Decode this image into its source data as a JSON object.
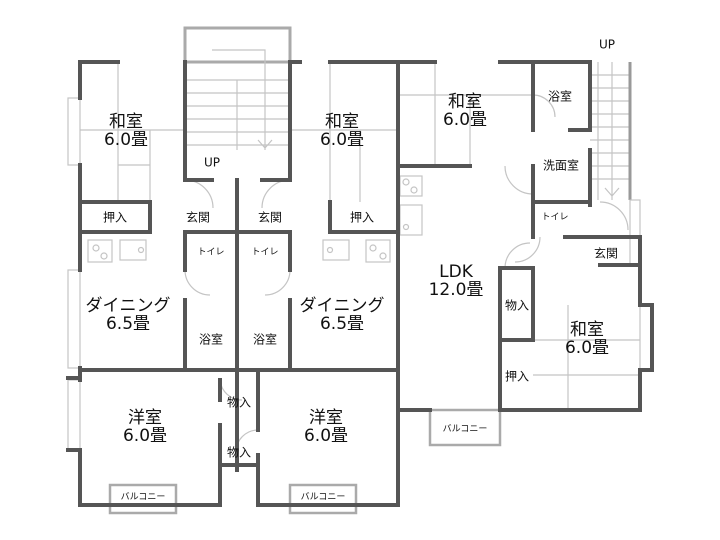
{
  "rooms": {
    "washitsu_left": {
      "name": "和室",
      "size": "6.0畳"
    },
    "washitsu_mid": {
      "name": "和室",
      "size": "6.0畳"
    },
    "washitsu_topright": {
      "name": "和室",
      "size": "6.0畳"
    },
    "washitsu_right": {
      "name": "和室",
      "size": "6.0畳"
    },
    "dining_left": {
      "name": "ダイニング",
      "size": "6.5畳"
    },
    "dining_mid": {
      "name": "ダイニング",
      "size": "6.5畳"
    },
    "youshitsu_left": {
      "name": "洋室",
      "size": "6.0畳"
    },
    "youshitsu_mid": {
      "name": "洋室",
      "size": "6.0畳"
    },
    "ldk": {
      "name": "LDK",
      "size": "12.0畳"
    }
  },
  "small_rooms": {
    "oshiire_left": "押入",
    "genkan_left": "玄関",
    "genkan_mid": "玄関",
    "oshiire_mid": "押入",
    "toilet_left": "トイレ",
    "toilet_mid": "トイレ",
    "bath_left": "浴室",
    "bath_mid": "浴室",
    "monoire_upper": "物入",
    "monoire_lower": "物入",
    "bath_right": "浴室",
    "senmen_right": "洗面室",
    "toilet_right": "トイレ",
    "genkan_right": "玄関",
    "monoire_right": "物入",
    "oshiire_right": "押入",
    "balcony_left": "バルコニー",
    "balcony_mid": "バルコニー",
    "balcony_right": "バルコニー"
  },
  "stairs": {
    "up_left": "UP",
    "up_right": "UP"
  },
  "colors": {
    "wall": "#555555",
    "thin": "#bbbbbb"
  }
}
